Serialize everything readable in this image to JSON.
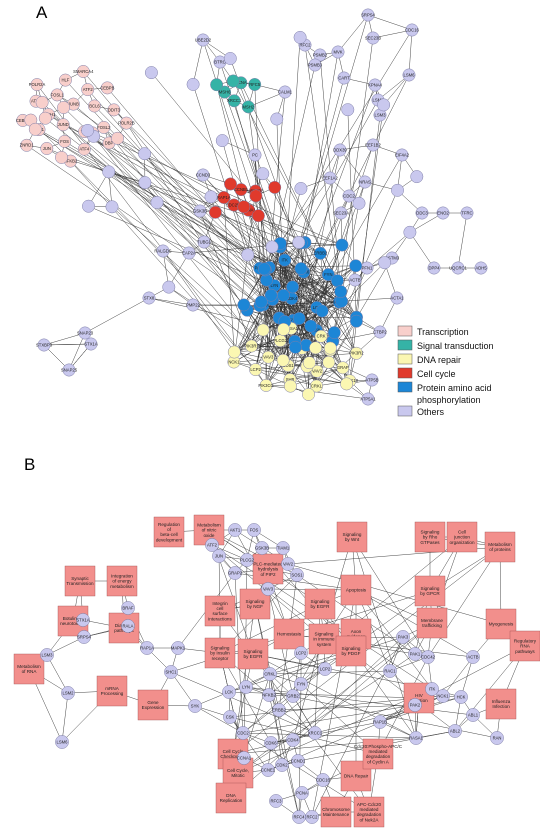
{
  "panel_a": {
    "letter": "A",
    "colors": {
      "transcription": "#f8cfcb",
      "signal": "#35b3a6",
      "dna_repair": "#fbf7b2",
      "cell_cycle": "#e03a2c",
      "protein": "#1d86d6",
      "others": "#c9c8ee"
    },
    "legend": [
      {
        "key": "transcription",
        "label": "Transcription"
      },
      {
        "key": "signal",
        "label": "Signal transduction"
      },
      {
        "key": "dna_repair",
        "label": "DNA repair"
      },
      {
        "key": "cell_cycle",
        "label": "Cell cycle"
      },
      {
        "key": "protein",
        "label": "Protein amino acid"
      },
      {
        "key": "protein_cont",
        "label": "phosphorylation"
      },
      {
        "key": "others",
        "label": "Others"
      }
    ],
    "labeled_nodes": [
      {
        "id": "SRPS4",
        "cls": "others"
      },
      {
        "id": "UBE2D2",
        "cls": "others"
      },
      {
        "id": "BTRC",
        "cls": "others"
      },
      {
        "id": "RFC2",
        "cls": "others"
      },
      {
        "id": "MVK",
        "cls": "others"
      },
      {
        "id": "SEC23B",
        "cls": "others"
      },
      {
        "id": "CDC16",
        "cls": "others"
      },
      {
        "id": "PSMB2",
        "cls": "others"
      },
      {
        "id": "PSMB3",
        "cls": "others"
      },
      {
        "id": "CART",
        "cls": "others"
      },
      {
        "id": "KPNA4",
        "cls": "others"
      },
      {
        "id": "LSM6",
        "cls": "others"
      },
      {
        "id": "LSM2",
        "cls": "others"
      },
      {
        "id": "LSM3",
        "cls": "others"
      },
      {
        "id": "EEF1B2",
        "cls": "others"
      },
      {
        "id": "DDX39",
        "cls": "others"
      },
      {
        "id": "EIF4A2",
        "cls": "others"
      },
      {
        "id": "EEF1A2",
        "cls": "others"
      },
      {
        "id": "NRAS",
        "cls": "others"
      },
      {
        "id": "CDC2",
        "cls": "others"
      },
      {
        "id": "SEC23A",
        "cls": "others"
      },
      {
        "id": "CCND3",
        "cls": "others"
      },
      {
        "id": "GSK3B",
        "cls": "others"
      },
      {
        "id": "TUBG1",
        "cls": "others"
      },
      {
        "id": "RALGDS",
        "cls": "others"
      },
      {
        "id": "EAP2A",
        "cls": "others"
      },
      {
        "id": "PMP22",
        "cls": "others"
      },
      {
        "id": "STX8",
        "cls": "others"
      },
      {
        "id": "SNAP23",
        "cls": "others"
      },
      {
        "id": "STXBP3",
        "cls": "others"
      },
      {
        "id": "STX1A",
        "cls": "others"
      },
      {
        "id": "SNAP25",
        "cls": "others"
      },
      {
        "id": "GSTM3",
        "cls": "others"
      },
      {
        "id": "PFN1",
        "cls": "others"
      },
      {
        "id": "ACTA1",
        "cls": "others"
      },
      {
        "id": "CTBP2",
        "cls": "others"
      },
      {
        "id": "ACTB",
        "cls": "others"
      },
      {
        "id": "ATP5B",
        "cls": "others"
      },
      {
        "id": "ATP5A1",
        "cls": "others"
      },
      {
        "id": "PC",
        "cls": "others"
      },
      {
        "id": "CALM1",
        "cls": "others"
      },
      {
        "id": "DDC3",
        "cls": "others"
      },
      {
        "id": "ENO2",
        "cls": "others"
      },
      {
        "id": "TFRC",
        "cls": "others"
      },
      {
        "id": "DPP4",
        "cls": "others"
      },
      {
        "id": "UQCRC1",
        "cls": "others"
      },
      {
        "id": "ADH5",
        "cls": "others"
      },
      {
        "id": "JUND",
        "cls": "transcription"
      },
      {
        "id": "JUNB",
        "cls": "transcription"
      },
      {
        "id": "YY1",
        "cls": "transcription"
      },
      {
        "id": "BACH1",
        "cls": "transcription"
      },
      {
        "id": "BCL6",
        "cls": "transcription"
      },
      {
        "id": "FOS",
        "cls": "transcription"
      },
      {
        "id": "FOSL1",
        "cls": "transcription"
      },
      {
        "id": "FOSL2",
        "cls": "transcription"
      },
      {
        "id": "ATF1",
        "cls": "transcription"
      },
      {
        "id": "ATF2",
        "cls": "transcription"
      },
      {
        "id": "ATF4",
        "cls": "transcription"
      },
      {
        "id": "ATF7",
        "cls": "transcription"
      },
      {
        "id": "DDIT3",
        "cls": "transcription"
      },
      {
        "id": "JUN",
        "cls": "transcription"
      },
      {
        "id": "HLF",
        "cls": "transcription"
      },
      {
        "id": "DBP",
        "cls": "transcription"
      },
      {
        "id": "CEBPA",
        "cls": "transcription"
      },
      {
        "id": "CEBPB",
        "cls": "transcription"
      },
      {
        "id": "NFKB2",
        "cls": "transcription"
      },
      {
        "id": "POLR2A",
        "cls": "transcription"
      },
      {
        "id": "POLR2B",
        "cls": "transcription"
      },
      {
        "id": "ZNRD1",
        "cls": "transcription"
      },
      {
        "id": "SMARCA4",
        "cls": "transcription"
      },
      {
        "id": "CDC25B",
        "cls": "cell_cycle"
      },
      {
        "id": "CCNB1",
        "cls": "cell_cycle"
      },
      {
        "id": "CCNA1",
        "cls": "cell_cycle"
      },
      {
        "id": "RAP1A",
        "cls": "cell_cycle"
      },
      {
        "id": "UBE2D3",
        "cls": "cell_cycle"
      },
      {
        "id": "XRCC1",
        "cls": "signal"
      },
      {
        "id": "PCNA",
        "cls": "signal"
      },
      {
        "id": "MSH2",
        "cls": "signal"
      },
      {
        "id": "MSH6",
        "cls": "signal"
      },
      {
        "id": "RFC5",
        "cls": "signal"
      },
      {
        "id": "CDK4",
        "cls": "protein"
      },
      {
        "id": "CDK6",
        "cls": "protein"
      },
      {
        "id": "LCK",
        "cls": "protein"
      },
      {
        "id": "LYN",
        "cls": "protein"
      },
      {
        "id": "FYN",
        "cls": "protein"
      },
      {
        "id": "SYK",
        "cls": "protein"
      },
      {
        "id": "ITK",
        "cls": "protein"
      },
      {
        "id": "MAP2K1",
        "cls": "protein"
      },
      {
        "id": "PRKCQ",
        "cls": "protein"
      },
      {
        "id": "ERBB2",
        "cls": "protein"
      },
      {
        "id": "CSK",
        "cls": "protein"
      },
      {
        "id": "PAK1",
        "cls": "protein"
      },
      {
        "id": "SOS1",
        "cls": "dna_repair"
      },
      {
        "id": "VAV1",
        "cls": "dna_repair"
      },
      {
        "id": "VAV2",
        "cls": "dna_repair"
      },
      {
        "id": "VAV3",
        "cls": "dna_repair"
      },
      {
        "id": "SHC1",
        "cls": "dna_repair"
      },
      {
        "id": "SHB",
        "cls": "dna_repair"
      },
      {
        "id": "PLCG2",
        "cls": "dna_repair"
      },
      {
        "id": "GRAP",
        "cls": "dna_repair"
      },
      {
        "id": "LCP2",
        "cls": "dna_repair"
      },
      {
        "id": "CRK",
        "cls": "dna_repair"
      },
      {
        "id": "CRKL",
        "cls": "dna_repair"
      },
      {
        "id": "PIK3R1",
        "cls": "dna_repair"
      },
      {
        "id": "PIK3R2",
        "cls": "dna_repair"
      },
      {
        "id": "PIK3CG",
        "cls": "dna_repair"
      },
      {
        "id": "RASA1",
        "cls": "dna_repair"
      },
      {
        "id": "MAPK10",
        "cls": "dna_repair"
      },
      {
        "id": "NCK1",
        "cls": "dna_repair"
      }
    ]
  },
  "panel_b": {
    "letter": "B",
    "box_color": "#f28f8c",
    "node_color": "#c9c8ee",
    "pathways": [
      "Metabolism of nitric oxide",
      "Regulation of beta-cell development",
      "Signaling by Wnt",
      "Signaling by Rho GTPases",
      "Cell junction organization",
      "Metabolism of proteins",
      "Synaptic Transmission",
      "Integration of energy metabolism",
      "Signaling by NGF",
      "Signaling by EGFR",
      "Signaling by GPCR",
      "Apoptosis",
      "Membrane trafficking",
      "Botulinum neurotoxicity",
      "Diabetes pathways",
      "Integrin cell surface interactions",
      "Hemostasis",
      "Signaling in immune system",
      "Axon guidance",
      "Myogenesis",
      "Signaling by Insulin receptor",
      "Signaling by EGFR",
      "Signaling by PDGF",
      "Regulatory RNA pathways",
      "Metabolism of RNA",
      "mRNA Processing",
      "Gene Expression",
      "HIV Infection",
      "Influenza Infection",
      "Cell Cycle Checkpoints",
      "Cell Cycle, Mitotic",
      "DNA Replication",
      "DNA Repair",
      "Cdc20:Phospho-APC/C mediated degradation of Cyclin A",
      "APC-Cdc20 mediated degradation of Nek2A",
      "Chromosome Maintenance",
      "PLC-mediated hydrolysis of PIP2"
    ],
    "genes": [
      "AKT1",
      "FOS",
      "ATF2",
      "JUN",
      "GSK3B",
      "TIAM1",
      "PLCG2",
      "GRAP2",
      "VAV2",
      "SOS1",
      "BRAF",
      "RALA",
      "RAP1A",
      "STX1A",
      "SRPS4",
      "MAPK1",
      "SHC1",
      "LSM3",
      "LSM2",
      "LSM6",
      "SYK",
      "LCK",
      "LYN",
      "CSK",
      "FYN",
      "LCP2",
      "CRKL",
      "NFKB2",
      "CDC2",
      "CCNA1",
      "CDK6",
      "CDK4",
      "CCND1",
      "CCNE1",
      "CDK2",
      "PCNA",
      "CDC16",
      "RFC3",
      "RFC4",
      "RFC2",
      "XRCC1",
      "PAK3",
      "PAK1",
      "RAC1",
      "CDC42",
      "ACTB",
      "ITK",
      "NCK1",
      "HCK",
      "ABL1",
      "ABL2",
      "PAK2",
      "RASA1",
      "RAN",
      "VAV3",
      "RAP1B",
      "GRB2",
      "LCP2B",
      "ERBB2"
    ]
  }
}
